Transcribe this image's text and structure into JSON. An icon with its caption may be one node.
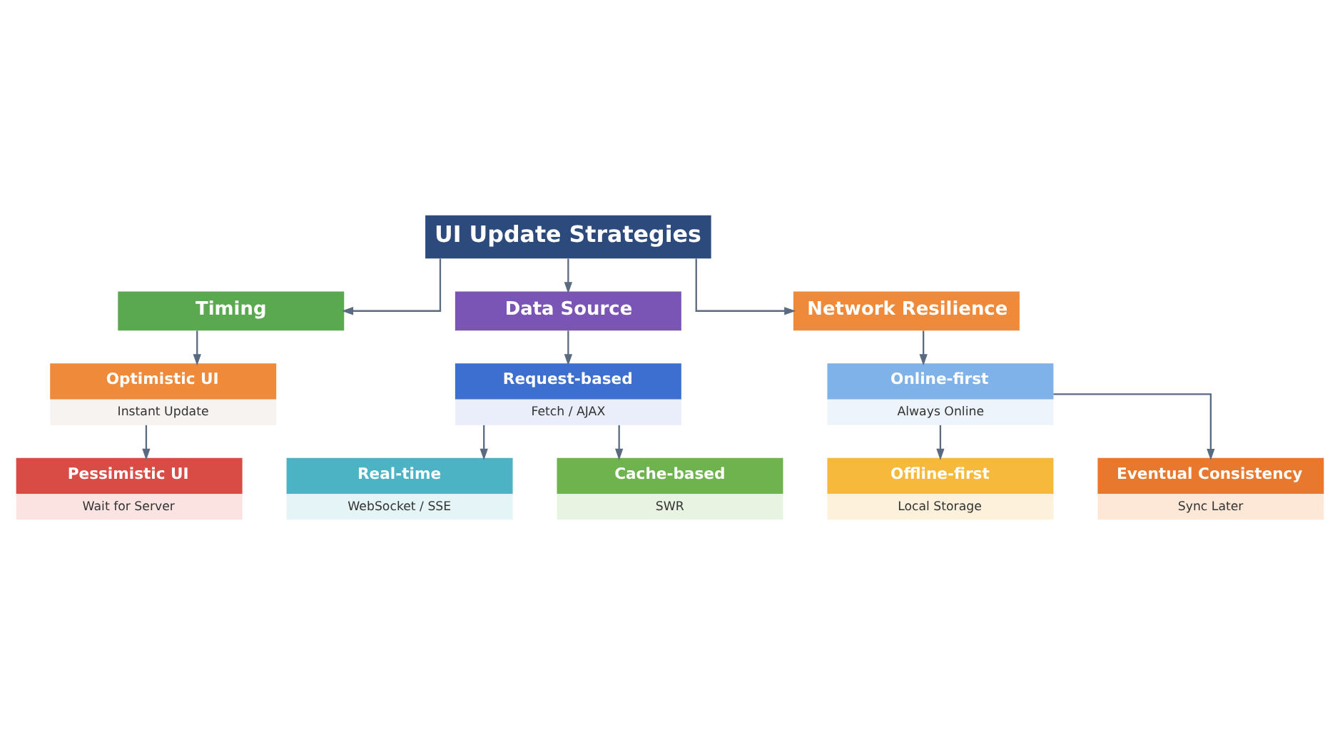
{
  "diagram": {
    "nodes": [
      {
        "text": [
          "UI Update Strategies"
        ]
      },
      {
        "text": [
          "Timing"
        ]
      },
      {
        "text": [
          "Data Source"
        ]
      },
      {
        "text": [
          "Network Resilience"
        ]
      },
      {
        "text": [
          "Optimistic UI",
          "Instant Update"
        ]
      },
      {
        "text": [
          "Pessimistic UI",
          "Wait for Server"
        ]
      },
      {
        "text": [
          "Request-based",
          "Fetch / AJAX"
        ]
      },
      {
        "text": [
          "Real-time",
          "WebSocket / SSE"
        ]
      },
      {
        "text": [
          "Cache-based",
          "SWR"
        ]
      },
      {
        "text": [
          "Online-first",
          "Always Online"
        ]
      },
      {
        "text": [
          "Offline-first",
          "Local Storage"
        ]
      },
      {
        "text": [
          "Eventual Consistency",
          "Sync Later"
        ]
      }
    ],
    "edges": [
      {
        "from": 0,
        "to": 1,
        "arrow": "to"
      },
      {
        "from": 0,
        "to": 2,
        "arrow": "to"
      },
      {
        "from": 0,
        "to": 3,
        "arrow": "to"
      },
      {
        "from": 1,
        "to": 4,
        "arrow": "to"
      },
      {
        "from": 4,
        "to": 5,
        "arrow": "to"
      },
      {
        "from": 2,
        "to": 6,
        "arrow": "to"
      },
      {
        "from": 6,
        "to": 7,
        "arrow": "to"
      },
      {
        "from": 6,
        "to": 8,
        "arrow": "to"
      },
      {
        "from": 3,
        "to": 9,
        "arrow": "to"
      },
      {
        "from": 9,
        "to": 10,
        "arrow": "to"
      },
      {
        "from": 9,
        "to": 11,
        "arrow": "to"
      }
    ]
  }
}
